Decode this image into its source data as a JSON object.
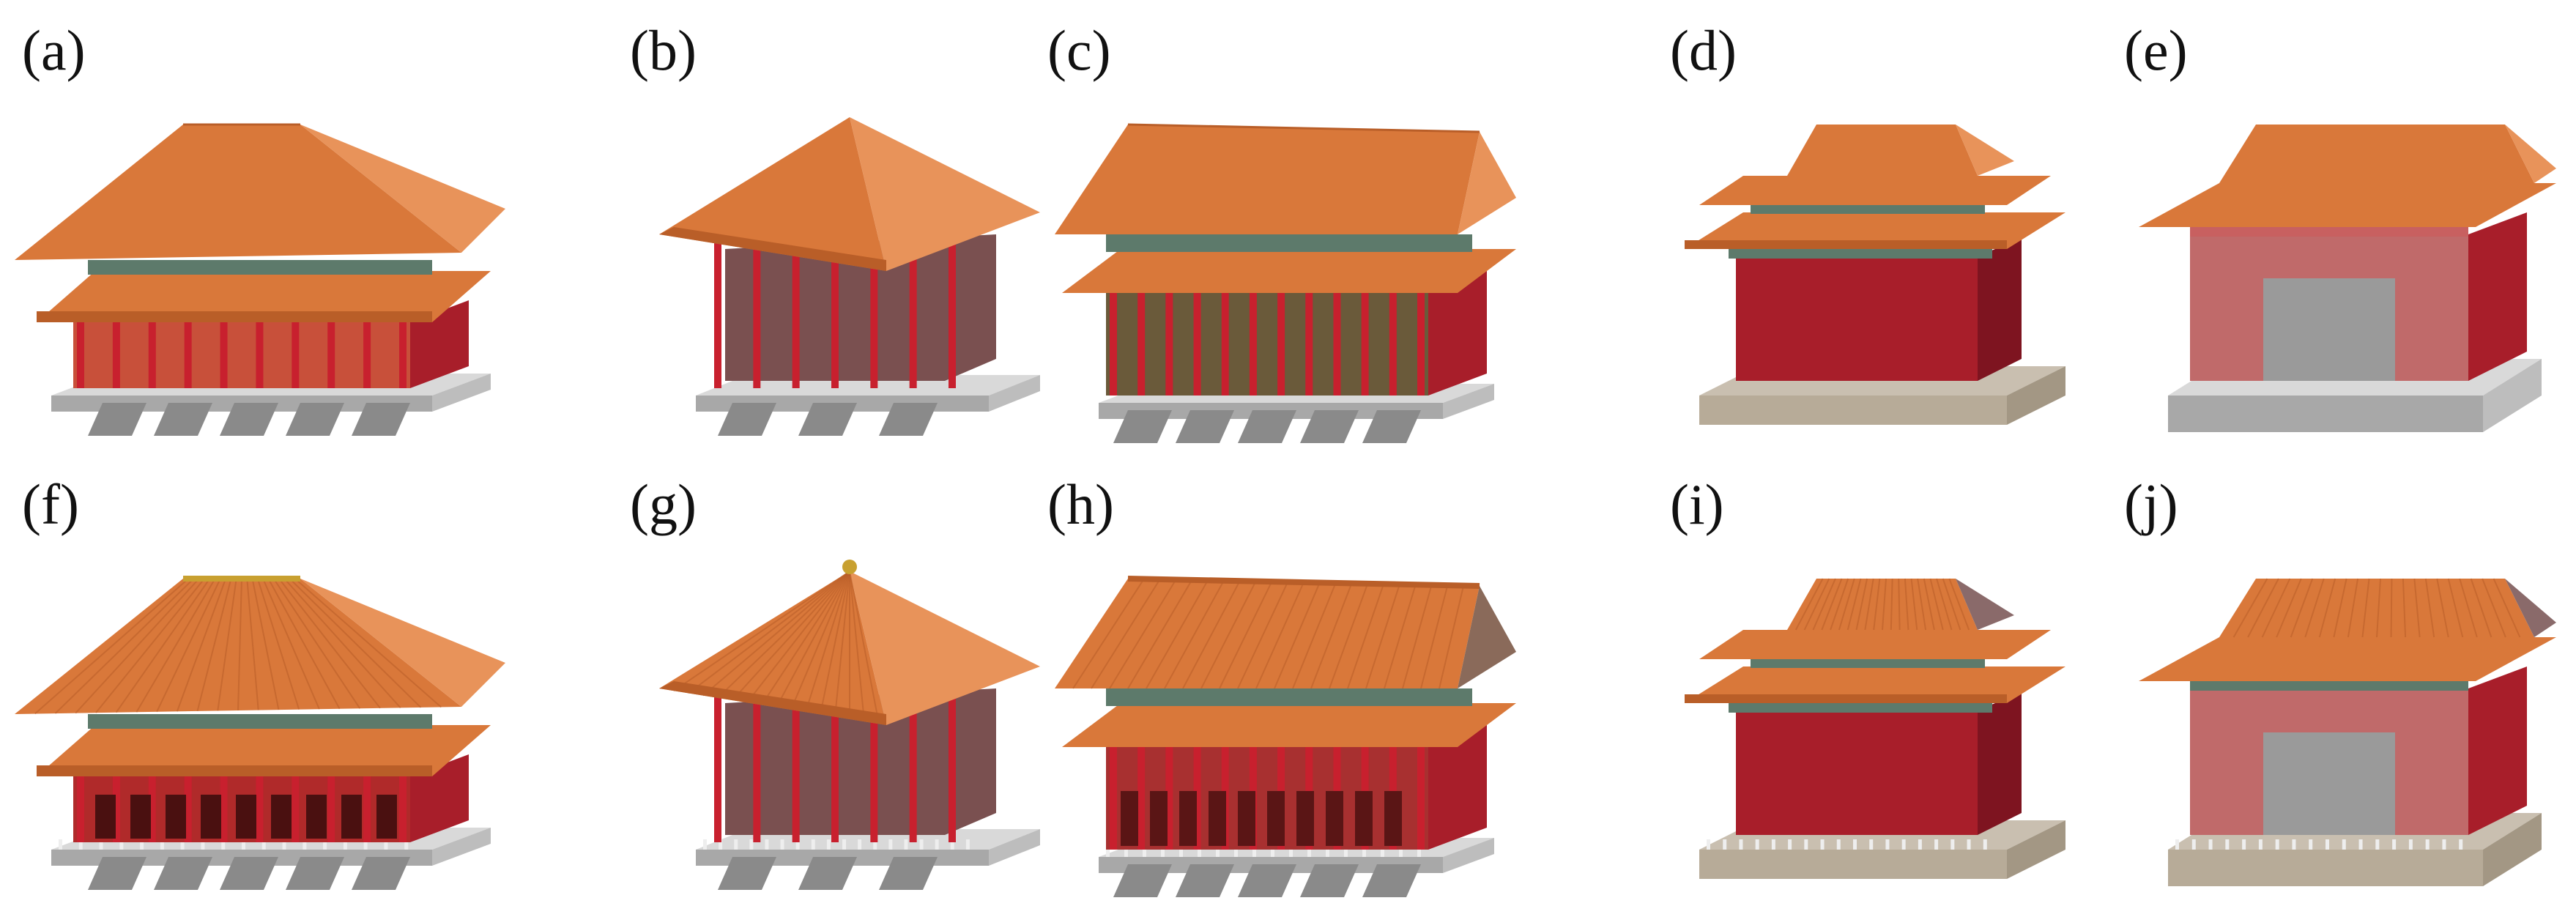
{
  "figure": {
    "panels": [
      {
        "label": "(a)",
        "kind": "hall",
        "detailed": false
      },
      {
        "label": "(b)",
        "kind": "pavilion",
        "detailed": false
      },
      {
        "label": "(c)",
        "kind": "gabled",
        "detailed": false
      },
      {
        "label": "(d)",
        "kind": "tower",
        "detailed": false
      },
      {
        "label": "(e)",
        "kind": "gate",
        "detailed": false
      },
      {
        "label": "(f)",
        "kind": "hall",
        "detailed": true
      },
      {
        "label": "(g)",
        "kind": "pavilion",
        "detailed": true
      },
      {
        "label": "(h)",
        "kind": "gabled",
        "detailed": true
      },
      {
        "label": "(i)",
        "kind": "tower",
        "detailed": true
      },
      {
        "label": "(j)",
        "kind": "gate",
        "detailed": true
      }
    ],
    "colors": {
      "roof": "#d9783a",
      "roof_dark": "#b95e28",
      "roof_light": "#e8935a",
      "wall": "#a81e2a",
      "wall_dark": "#7e1420",
      "column": "#c8202e",
      "frieze": "#5d7a6b",
      "base": "#d9d9d9",
      "base_dark": "#a8a8a8",
      "platform_stone": "#c9bfb0",
      "stairs": "#8a8a8a"
    }
  }
}
